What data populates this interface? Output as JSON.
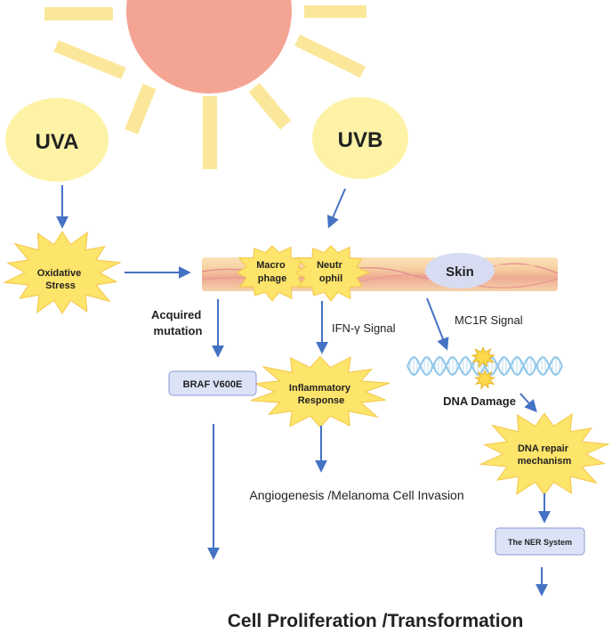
{
  "colors": {
    "sun": "#f4a493",
    "ray": "#fbe79a",
    "uv_bubble": "#fdf2a6",
    "burst": "#fde46a",
    "burst_stroke": "#f3c64a",
    "arrow": "#4472c4",
    "box_fill": "#dce3f7",
    "box_stroke": "#8c9ad6",
    "skin_oval": "#d7dcf2",
    "dna": "#8fc6ea"
  },
  "uva": {
    "label": "UVA"
  },
  "uvb": {
    "label": "UVB"
  },
  "oxidative": {
    "line1": "Oxidative",
    "line2": "Stress"
  },
  "macrophage": {
    "line1": "Macro",
    "line2": "phage"
  },
  "neutrophil": {
    "line1": "Neutr",
    "line2": "ophil"
  },
  "skin": {
    "label": "Skin"
  },
  "acquired": {
    "line1": "Acquired",
    "line2": "mutation"
  },
  "ifn": {
    "label": "IFN-γ Signal"
  },
  "mc1r": {
    "label": "MC1R Signal"
  },
  "braf": {
    "label": "BRAF V600E"
  },
  "inflammatory": {
    "line1": "Inflammatory",
    "line2": "Response"
  },
  "dna_damage": {
    "label": "DNA Damage"
  },
  "dna_repair": {
    "line1": "DNA repair",
    "line2": "mechanism"
  },
  "angio": {
    "label": "Angiogenesis /Melanoma Cell Invasion"
  },
  "ner": {
    "label": "The NER System"
  },
  "proliferation": {
    "label": "Cell Proliferation /Transformation"
  }
}
